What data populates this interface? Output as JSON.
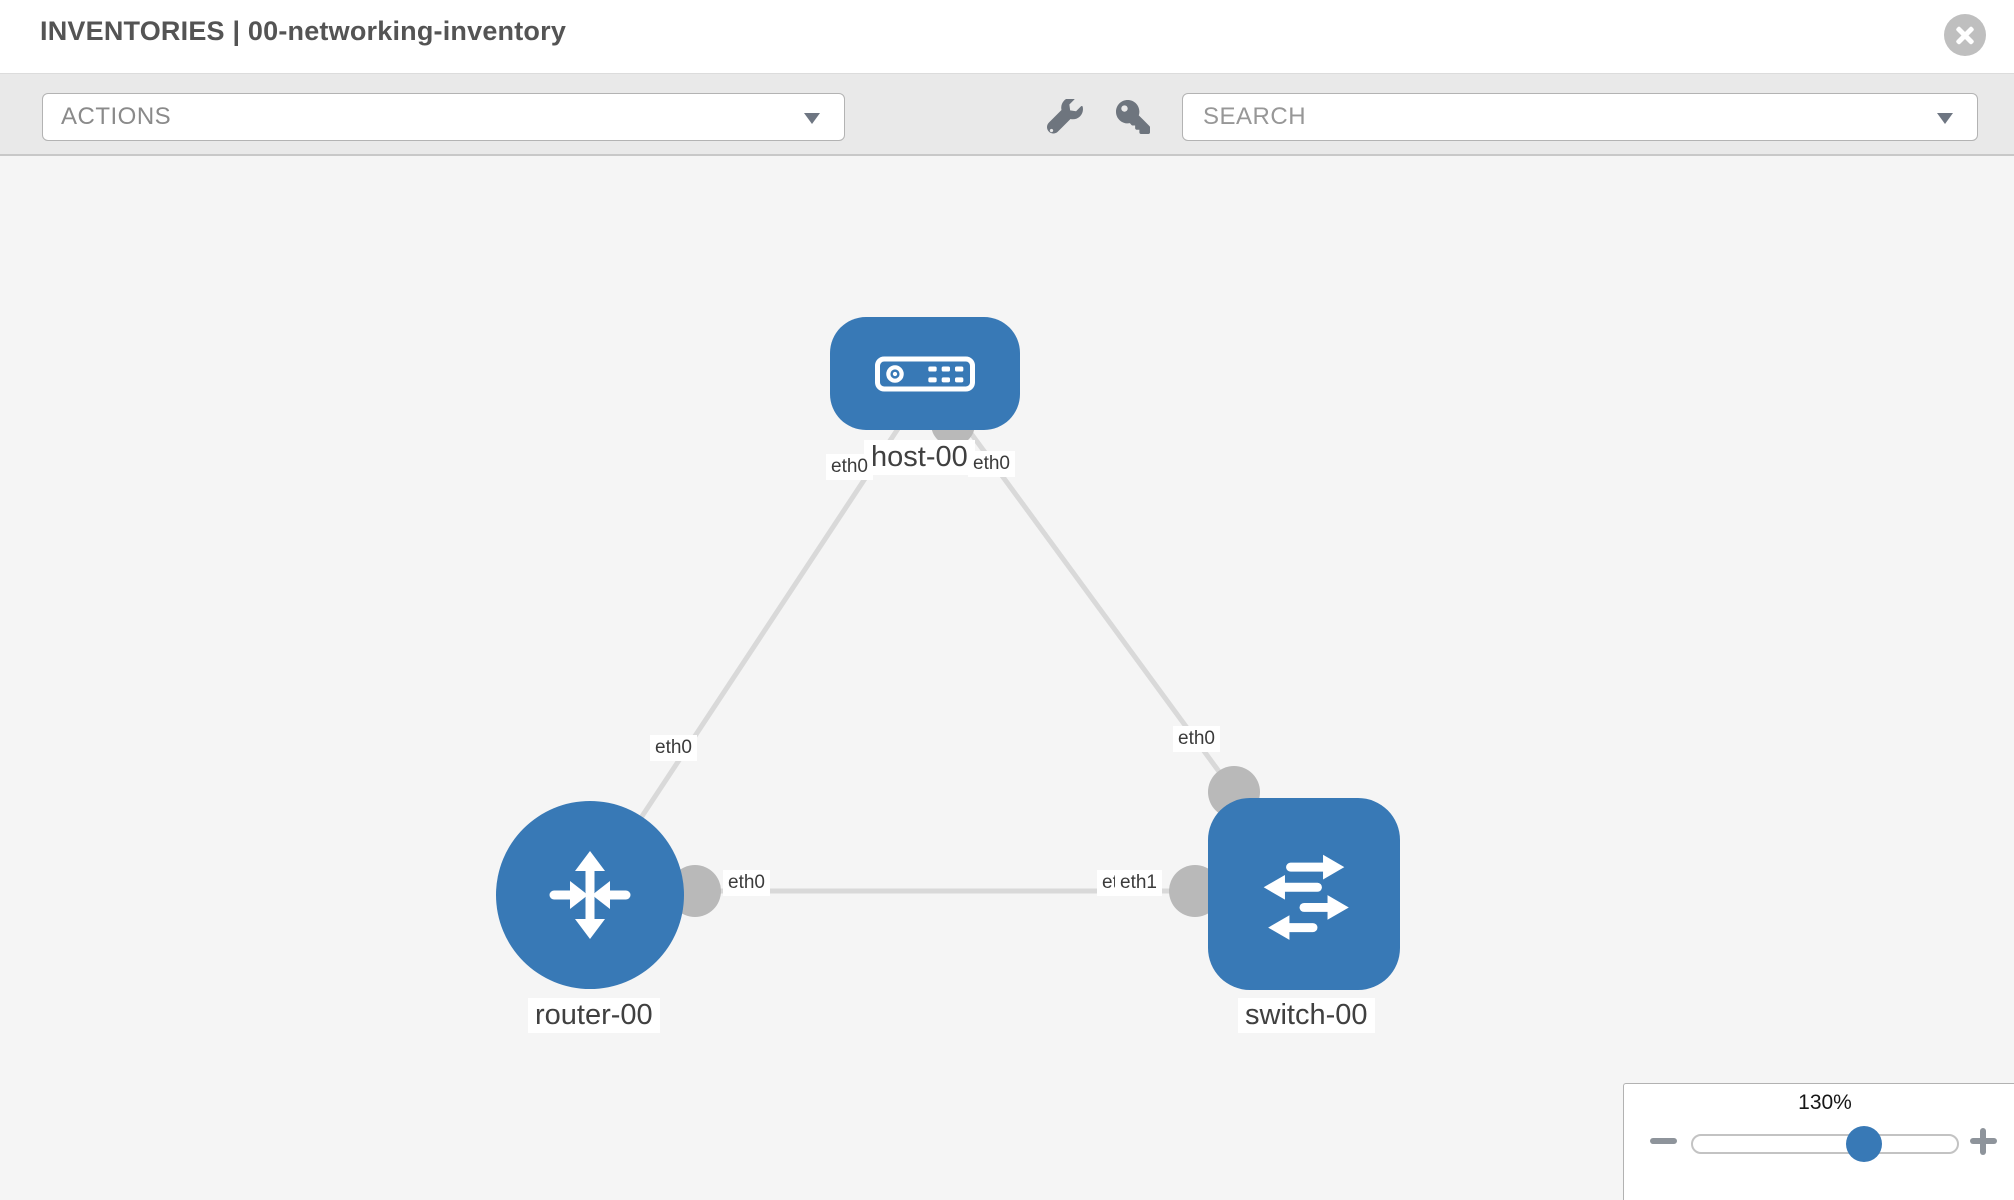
{
  "header": {
    "title": "INVENTORIES | 00-networking-inventory"
  },
  "toolbar": {
    "actions_label": "ACTIONS",
    "search_placeholder": "SEARCH",
    "icons": [
      "wrench-icon",
      "key-icon"
    ]
  },
  "topology": {
    "nodes": [
      {
        "id": "host-00",
        "type": "host",
        "label": "host-00"
      },
      {
        "id": "router-00",
        "type": "router",
        "label": "router-00"
      },
      {
        "id": "switch-00",
        "type": "switch",
        "label": "switch-00"
      }
    ],
    "links": [
      {
        "source": "host-00",
        "target": "router-00",
        "source_interface": "eth0",
        "target_interface": "eth0"
      },
      {
        "source": "host-00",
        "target": "switch-00",
        "source_interface": "eth0",
        "target_interface": "eth0"
      },
      {
        "source": "router-00",
        "target": "switch-00",
        "source_interface": "eth0",
        "target_interface": "eth1",
        "target_interface_overlapped": "eth0"
      }
    ],
    "interface_labels": {
      "host_left": "eth0",
      "host_right": "eth0",
      "router_top": "eth0",
      "router_mid": "eth0",
      "switch_mid_under": "eth0",
      "switch_mid_over": "eth1",
      "switch_top": "eth0"
    }
  },
  "zoom_control": {
    "level": "130%",
    "percent": 65
  },
  "colors": {
    "node_blue": "#3879b6",
    "link_gray": "#d9d9d9",
    "connector_gray": "#b9b9b9",
    "canvas_bg": "#f5f5f5",
    "toolbar_bg": "#e9e9e9",
    "title_gray": "#545454"
  }
}
